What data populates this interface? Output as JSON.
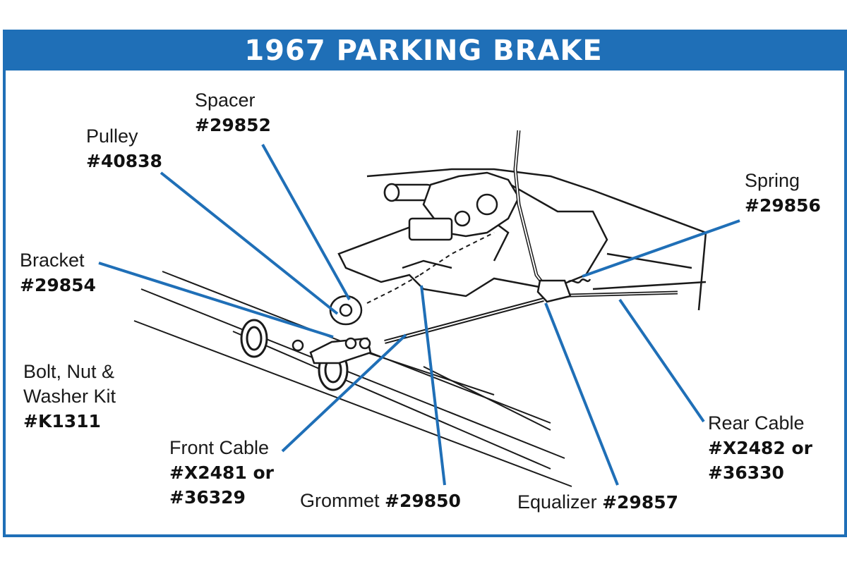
{
  "title": "1967 PARKING BRAKE",
  "colors": {
    "accent": "#1f6fb7",
    "line": "#1a1a1a",
    "background": "#ffffff"
  },
  "parts": {
    "spacer": {
      "name": "Spacer",
      "numbers": [
        "#29852"
      ]
    },
    "pulley": {
      "name": "Pulley",
      "numbers": [
        "#40838"
      ]
    },
    "bracket": {
      "name": "Bracket",
      "numbers": [
        "#29854"
      ]
    },
    "bolt_kit": {
      "name_line1": "Bolt, Nut &",
      "name_line2": "Washer Kit",
      "numbers": [
        "#K1311"
      ]
    },
    "front_cable": {
      "name": "Front Cable",
      "numbers": [
        "#X2481 or",
        "#36329"
      ]
    },
    "grommet": {
      "name": "Grommet",
      "numbers": [
        "#29850"
      ]
    },
    "equalizer": {
      "name": "Equalizer",
      "numbers": [
        "#29857"
      ]
    },
    "rear_cable": {
      "name": "Rear Cable",
      "numbers": [
        "#X2482 or",
        "#36330"
      ]
    },
    "spring": {
      "name": "Spring",
      "numbers": [
        "#29856"
      ]
    }
  }
}
